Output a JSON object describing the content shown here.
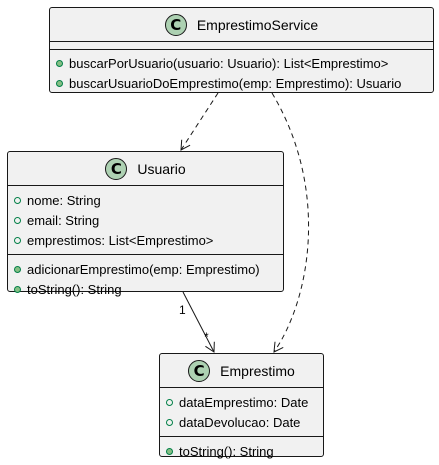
{
  "classes": {
    "emprestimo_service": {
      "stereotype_letter": "C",
      "name": "EmprestimoService",
      "attributes": [],
      "methods": [
        "buscarPorUsuario(usuario: Usuario): List<Emprestimo>",
        "buscarUsuarioDoEmprestimo(emp: Emprestimo): Usuario"
      ]
    },
    "usuario": {
      "stereotype_letter": "C",
      "name": "Usuario",
      "attributes": [
        "nome: String",
        "email: String",
        "emprestimos: List<Emprestimo>"
      ],
      "methods": [
        "adicionarEmprestimo(emp: Emprestimo)",
        "toString(): String"
      ]
    },
    "emprestimo": {
      "stereotype_letter": "C",
      "name": "Emprestimo",
      "attributes": [
        "dataEmprestimo: Date",
        "dataDevolucao: Date"
      ],
      "methods": [
        "toString(): String"
      ]
    }
  },
  "associations": {
    "usuario_emprestimo": {
      "source_multiplicity": "1",
      "target_multiplicity": "*"
    }
  },
  "colors": {
    "class_fill": "#f1f1f1",
    "border": "#181818",
    "badge_fill": "#add1b2",
    "visibility_public": "#84be84"
  }
}
